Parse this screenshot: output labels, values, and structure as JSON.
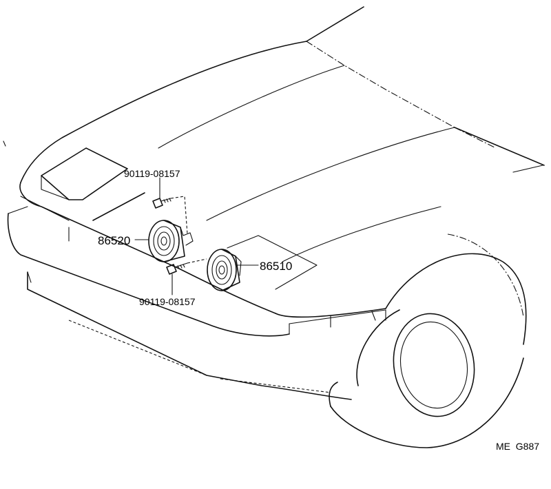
{
  "parts": {
    "horn_high": "86520",
    "horn_low": "86510",
    "bolt_upper": "90119-08157",
    "bolt_lower": "90119-08157"
  },
  "figure_code": "ME  G887"
}
